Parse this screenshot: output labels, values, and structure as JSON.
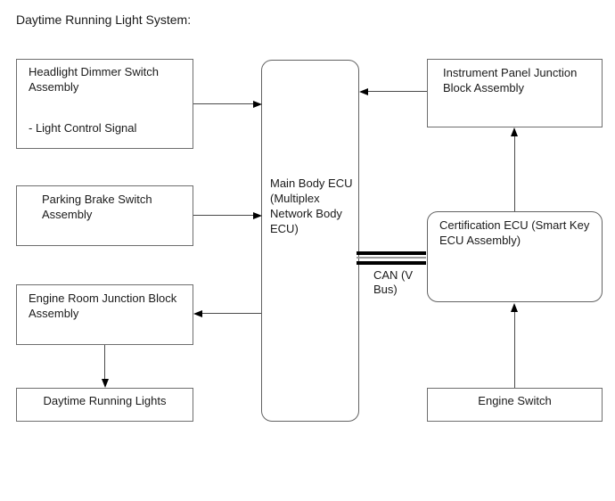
{
  "title": "Daytime Running Light System:",
  "nodes": {
    "headlight_dimmer": {
      "label": "Headlight Dimmer Switch Assembly",
      "signal": "- Light Control Signal"
    },
    "parking_brake": {
      "label": "Parking Brake Switch Assembly"
    },
    "engine_room_junction": {
      "label": "Engine Room Junction Block Assembly"
    },
    "daytime_running_lights": {
      "label": "Daytime Running Lights"
    },
    "main_body_ecu": {
      "label": "Main Body ECU (Multiplex Network Body ECU)"
    },
    "instrument_panel_junction": {
      "label": "Instrument Panel Junction Block Assembly"
    },
    "certification_ecu": {
      "label": "Certification ECU (Smart Key ECU Assembly)"
    },
    "engine_switch": {
      "label": "Engine Switch"
    }
  },
  "bus": {
    "label": "CAN (V Bus)"
  },
  "connections": [
    {
      "from": "headlight_dimmer",
      "to": "main_body_ecu",
      "type": "arrow"
    },
    {
      "from": "parking_brake",
      "to": "main_body_ecu",
      "type": "arrow"
    },
    {
      "from": "main_body_ecu",
      "to": "engine_room_junction",
      "type": "arrow"
    },
    {
      "from": "engine_room_junction",
      "to": "daytime_running_lights",
      "type": "arrow"
    },
    {
      "from": "instrument_panel_junction",
      "to": "main_body_ecu",
      "type": "arrow"
    },
    {
      "from": "certification_ecu",
      "to": "instrument_panel_junction",
      "type": "arrow"
    },
    {
      "from": "engine_switch",
      "to": "certification_ecu",
      "type": "arrow"
    },
    {
      "from": "main_body_ecu",
      "to": "certification_ecu",
      "type": "can-bus"
    }
  ],
  "colors": {
    "background": "#ffffff",
    "text": "#1a1a1a",
    "box_border": "#6e6e6e",
    "arrow": "#000000",
    "bus_black": "#000000",
    "bus_gray": "#9b9b9b"
  }
}
